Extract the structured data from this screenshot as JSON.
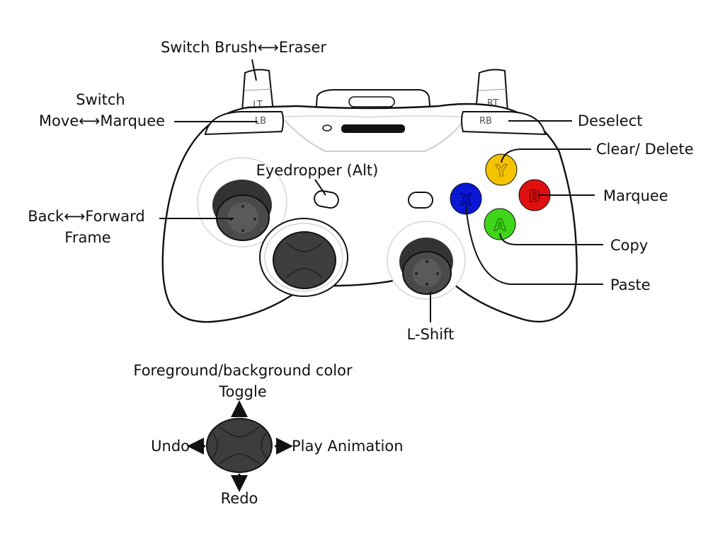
{
  "labels": {
    "lt": "Switch Brush⟷Eraser",
    "lb_line1": "Switch",
    "lb_line2": "Move⟷Marquee",
    "rb": "Deselect",
    "y": "Clear/ Delete",
    "b": "Marquee",
    "a": "Copy",
    "x": "Paste",
    "back": "Eyedropper (Alt)",
    "left_stick_line1": "Back⟷Forward",
    "left_stick_line2": "Frame",
    "right_stick": "L-Shift",
    "dpad_up_line1": "Foreground/background color",
    "dpad_up_line2": "Toggle",
    "dpad_left": "Undo",
    "dpad_right": "Play Animation",
    "dpad_down": "Redo"
  },
  "controller": {
    "trigger_left": "LT",
    "trigger_right": "RT",
    "bumper_left": "LB",
    "bumper_right": "RB",
    "face_buttons": [
      {
        "letter": "Y",
        "color": "#f5c400"
      },
      {
        "letter": "B",
        "color": "#e01010"
      },
      {
        "letter": "A",
        "color": "#3fd61a"
      },
      {
        "letter": "X",
        "color": "#0a18d6"
      }
    ]
  },
  "colors": {
    "outline": "#111111",
    "stick": "#3a3a3a",
    "stick_light": "#6a6a6a",
    "body": "#ffffff",
    "inner_guide": "#cccccc"
  }
}
